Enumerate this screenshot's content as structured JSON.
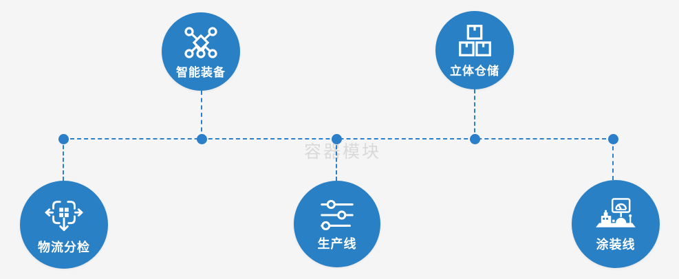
{
  "watermark": "容器模块",
  "colors": {
    "background": "#f5f5f6",
    "node_fill": "#2980c4",
    "connector": "#2a7fc8",
    "label_text": "#ffffff",
    "watermark_text": "#d9d9d9"
  },
  "nodes": [
    {
      "id": "smart-equipment",
      "label": "智能装备",
      "icon": "network-nodes-icon",
      "position": "top-left"
    },
    {
      "id": "vertical-warehouse",
      "label": "立体仓储",
      "icon": "stacked-boxes-icon",
      "position": "top-right"
    },
    {
      "id": "logistics-sorting",
      "label": "物流分检",
      "icon": "sorting-arrows-icon",
      "position": "bottom-left"
    },
    {
      "id": "production-line",
      "label": "生产线",
      "icon": "sliders-icon",
      "position": "bottom-center"
    },
    {
      "id": "painting-line",
      "label": "涂装线",
      "icon": "control-station-icon",
      "position": "bottom-right"
    }
  ]
}
